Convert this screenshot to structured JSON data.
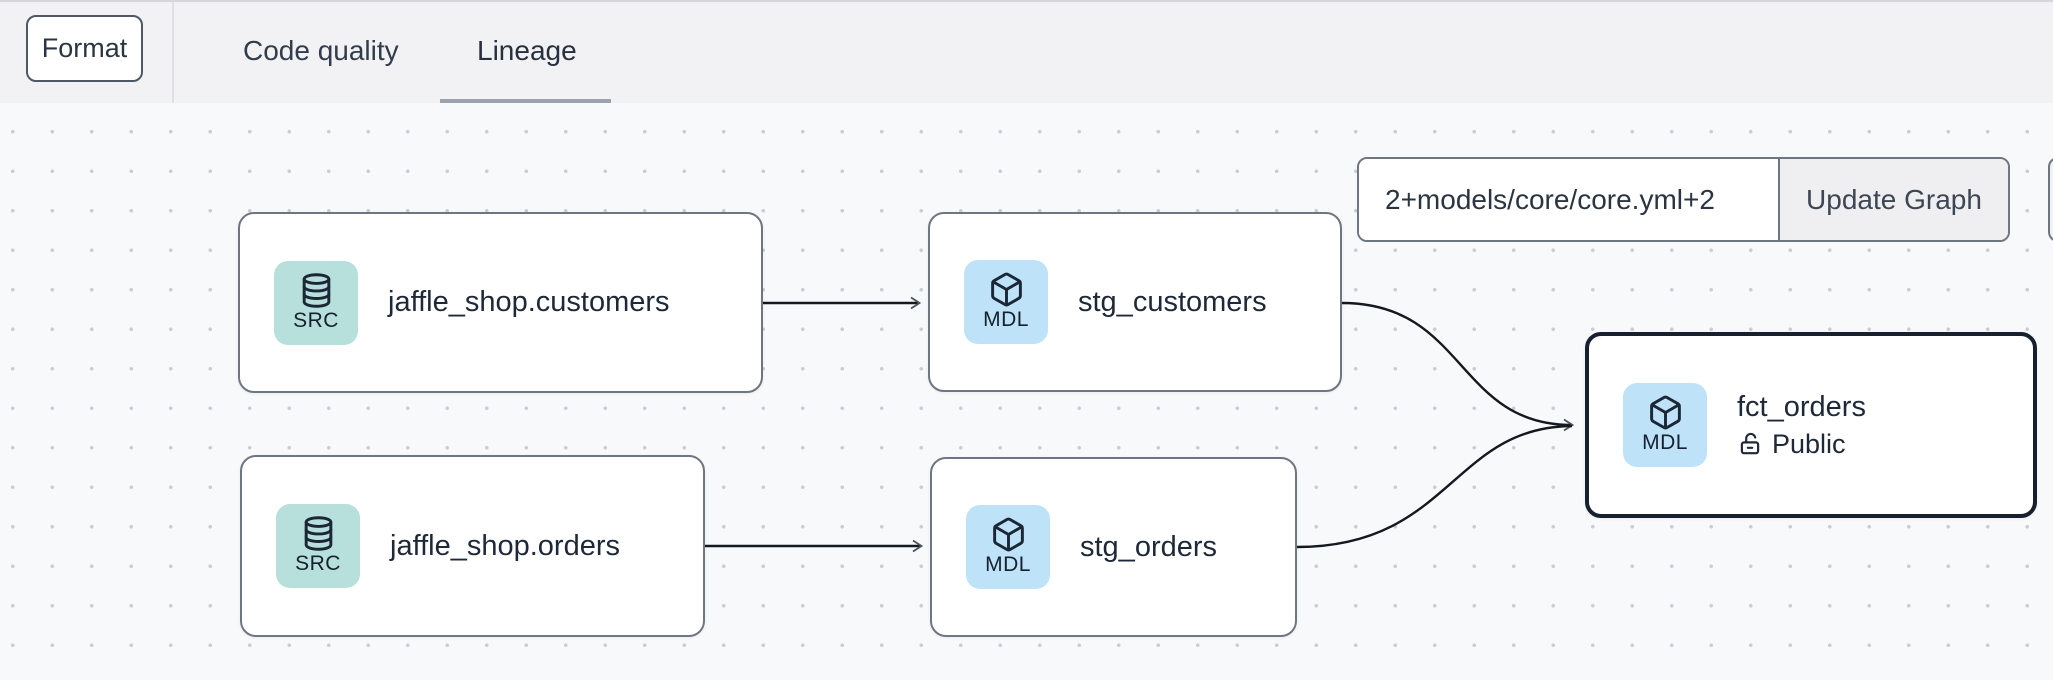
{
  "header": {
    "format_button": "Format",
    "tabs": [
      {
        "label": "Code quality",
        "active": false
      },
      {
        "label": "Lineage",
        "active": true
      }
    ]
  },
  "graph_controls": {
    "selector_value": "2+models/core/core.yml+2",
    "update_button": "Update Graph"
  },
  "lineage": {
    "nodes": [
      {
        "id": "jaffle_shop.customers",
        "type": "source",
        "badge": "SRC",
        "label": "jaffle_shop.customers",
        "selected": false
      },
      {
        "id": "stg_customers",
        "type": "model",
        "badge": "MDL",
        "label": "stg_customers",
        "selected": false
      },
      {
        "id": "jaffle_shop.orders",
        "type": "source",
        "badge": "SRC",
        "label": "jaffle_shop.orders",
        "selected": false
      },
      {
        "id": "stg_orders",
        "type": "model",
        "badge": "MDL",
        "label": "stg_orders",
        "selected": false
      },
      {
        "id": "fct_orders",
        "type": "model",
        "badge": "MDL",
        "label": "fct_orders",
        "access": "Public",
        "selected": true
      }
    ],
    "edges": [
      {
        "from": "jaffle_shop.customers",
        "to": "stg_customers"
      },
      {
        "from": "jaffle_shop.orders",
        "to": "stg_orders"
      },
      {
        "from": "stg_customers",
        "to": "fct_orders"
      },
      {
        "from": "stg_orders",
        "to": "fct_orders"
      }
    ]
  },
  "colors": {
    "toolbar_bg": "#f2f2f4",
    "canvas_bg": "#f8f9fa",
    "source_badge_bg": "#b7dfdc",
    "model_badge_bg": "#bee3f8",
    "node_border": "#6e7681",
    "selected_node_border": "#16202e",
    "edge_stroke": "#14181f",
    "tab_underline": "#9aa3ae"
  }
}
